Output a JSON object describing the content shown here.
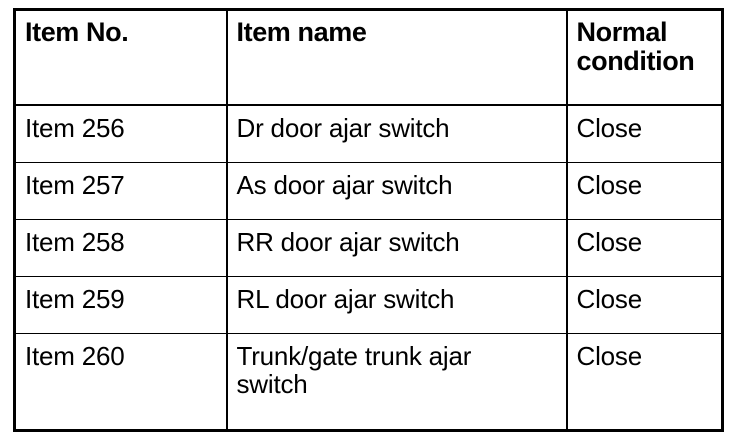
{
  "document": {
    "type": "specification-table",
    "colors": {
      "background": "#ffffff",
      "text": "#000000",
      "border": "#000000"
    }
  },
  "table": {
    "columns": [
      {
        "key": "item_no",
        "label": "Item No."
      },
      {
        "key": "item_name",
        "label": "Item name"
      },
      {
        "key": "condition",
        "label": "Normal\ncondition"
      }
    ],
    "rows": [
      {
        "item_no": "Item 256",
        "item_name": "Dr door ajar switch",
        "condition": "Close"
      },
      {
        "item_no": "Item 257",
        "item_name": "As door ajar switch",
        "condition": "Close"
      },
      {
        "item_no": "Item 258",
        "item_name": "RR door ajar switch",
        "condition": "Close"
      },
      {
        "item_no": "Item 259",
        "item_name": "RL door ajar switch",
        "condition": "Close"
      },
      {
        "item_no": "Item 260",
        "item_name": "Trunk/gate trunk ajar\nswitch",
        "condition": "Close"
      }
    ]
  }
}
